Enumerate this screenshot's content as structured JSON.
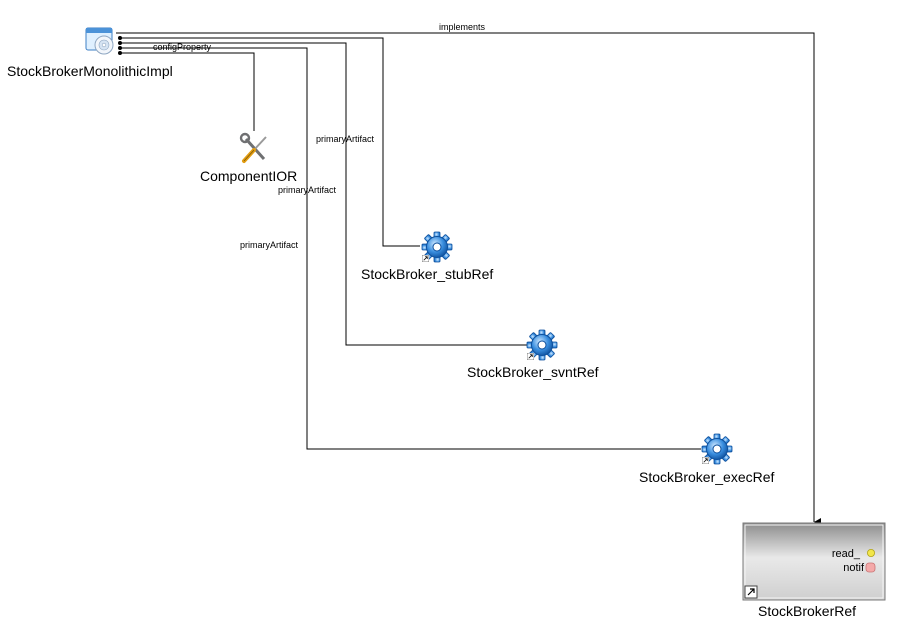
{
  "nodes": {
    "impl": {
      "label": "StockBrokerMonolithicImpl",
      "icon": "monolithic-impl-icon"
    },
    "ior": {
      "label": "ComponentIOR",
      "icon": "tools-icon"
    },
    "stub": {
      "label": "StockBroker_stubRef",
      "icon": "gear-icon"
    },
    "svnt": {
      "label": "StockBroker_svntRef",
      "icon": "gear-icon"
    },
    "exec": {
      "label": "StockBroker_execRef",
      "icon": "gear-icon"
    },
    "ref": {
      "label": "StockBrokerRef",
      "ports": [
        "read_",
        "notif"
      ],
      "icon": "shortcut-arrow-icon"
    }
  },
  "edges": {
    "implements": "implements",
    "configProperty": "configProperty",
    "primaryArtifact": "primaryArtifact"
  },
  "colors": {
    "gear": "#2f86d8",
    "port_read": "#f2e64a",
    "port_notif": "#f4a9a9"
  }
}
